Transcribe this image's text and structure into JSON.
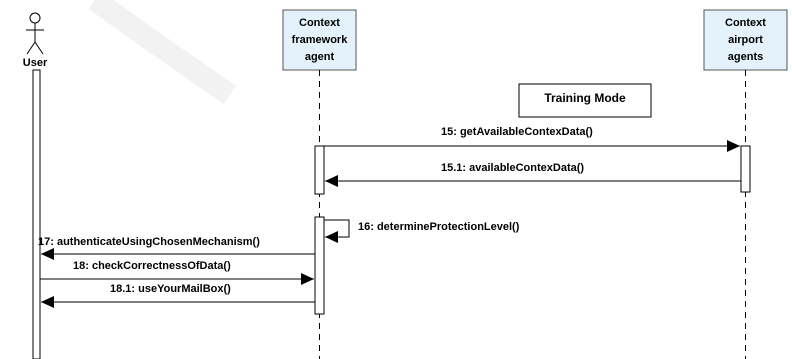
{
  "participants": {
    "user": {
      "label": "User"
    },
    "framework": {
      "lines": [
        "Context",
        "framework",
        "agent"
      ]
    },
    "airport": {
      "lines": [
        "Context",
        "airport",
        "agents"
      ]
    }
  },
  "fragment": {
    "label": "Training Mode"
  },
  "messages": [
    {
      "id": "m15",
      "label": "15: getAvailableContexData()"
    },
    {
      "id": "m15_1",
      "label": "15.1: availableContexData()"
    },
    {
      "id": "m16",
      "label": "16: determineProtectionLevel()"
    },
    {
      "id": "m17",
      "label": "17: authenticateUsingChosenMechanism()"
    },
    {
      "id": "m18",
      "label": "18: checkCorrectnessOfData()"
    },
    {
      "id": "m18_1",
      "label": "18.1: useYourMailBox()"
    }
  ],
  "colors": {
    "header_fill": "#e4f3fb",
    "header_stroke": "#555555",
    "line": "#000000"
  }
}
